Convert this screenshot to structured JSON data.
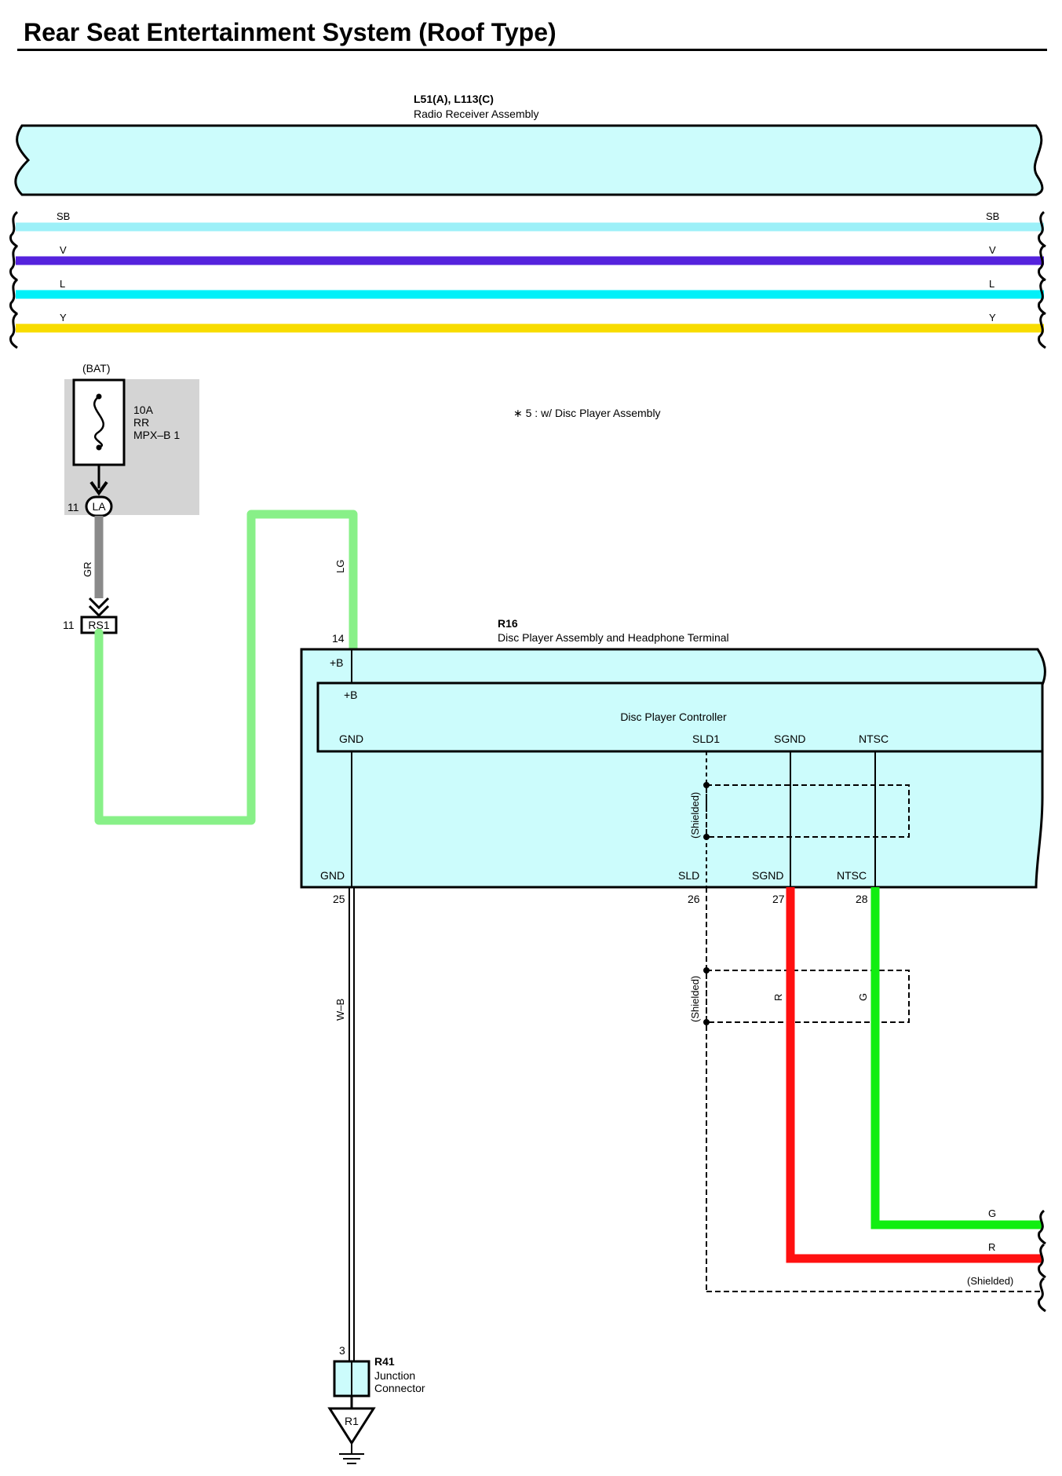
{
  "title": "Rear Seat Entertainment System (Roof Type)",
  "radio": {
    "code": "L51(A), L113(C)",
    "name": "Radio Receiver Assembly"
  },
  "bus_wires": [
    {
      "label_left": "SB",
      "label_right": "SB",
      "color": "#9cf0f8"
    },
    {
      "label_left": "V",
      "label_right": "V",
      "color": "#5522dd"
    },
    {
      "label_left": "L",
      "label_right": "L",
      "color": "#00f0f8"
    },
    {
      "label_left": "Y",
      "label_right": "Y",
      "color": "#f8dc00"
    }
  ],
  "fuse": {
    "source": "(BAT)",
    "rating": "10A",
    "line2": "RR",
    "line3": "MPX–B 1"
  },
  "note": "∗ 5 : w/ Disc Player Assembly",
  "connector_la": {
    "pin": "11",
    "name": "LA"
  },
  "connector_rs1": {
    "pin": "11",
    "name": "RS1"
  },
  "wire_gr": {
    "label": "GR",
    "color": "#8a8a8a"
  },
  "wire_lg": {
    "label": "LG",
    "color": "#88f088"
  },
  "r16": {
    "code": "R16",
    "name": "Disc Player Assembly and Headphone Terminal",
    "pin_plusb": "14",
    "term_plusb_outer": "+B",
    "term_plusb_inner": "+B",
    "controller": "Disc Player Controller",
    "term_gnd_inner": "GND",
    "term_sld1": "SLD1",
    "term_sgnd_inner": "SGND",
    "term_ntsc_inner": "NTSC",
    "shield_inner": "(Shielded)",
    "term_gnd": "GND",
    "term_sld": "SLD",
    "term_sgnd": "SGND",
    "term_ntsc": "NTSC",
    "pin_gnd": "25",
    "pin_sld": "26",
    "pin_sgnd": "27",
    "pin_ntsc": "28"
  },
  "wire_wb": {
    "label": "W–B"
  },
  "shield_outer": "(Shielded)",
  "wire_r": {
    "label": "R",
    "color": "#ff1010"
  },
  "wire_g": {
    "label": "G",
    "color": "#11ee11"
  },
  "exit_labels": {
    "g": "G",
    "r": "R",
    "shielded": "(Shielded)"
  },
  "r41": {
    "pin": "3",
    "code": "R41",
    "line1": "Junction",
    "line2": "Connector"
  },
  "ground": {
    "label": "R1"
  },
  "colors": {
    "component_fill": "#ccfcfc",
    "fuse_box": "#d4d4d4"
  }
}
